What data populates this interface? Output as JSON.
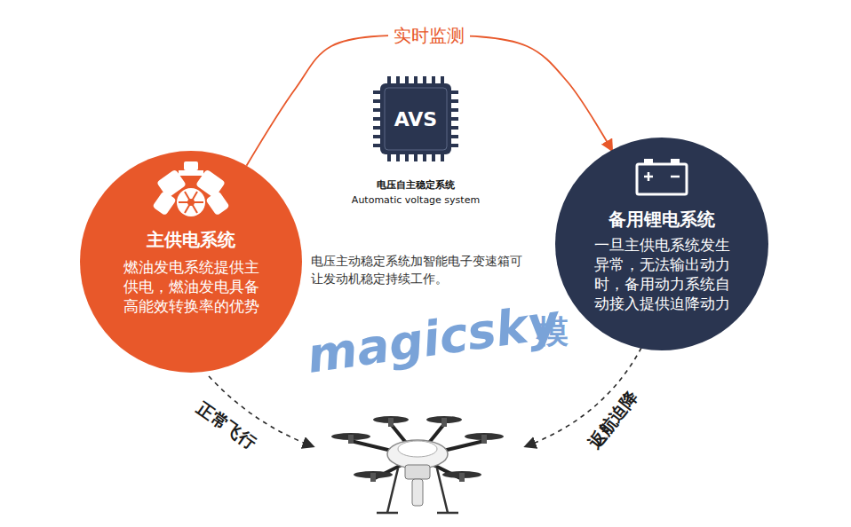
{
  "diagram": {
    "nodes": [
      {
        "text": [
          "AVS",
          "电压自主稳定系统",
          "Automatic voltage system"
        ]
      },
      {
        "text": [
          "主供电系统",
          "燃油发电系统提供主供电，燃油发电具备高能效转换率的优势"
        ]
      },
      {
        "text": [
          "备用锂电系统",
          "一旦主供电系统发生异常，无法输出动力时，备用动力系统自动接入提供迫降动力"
        ]
      }
    ],
    "edges": [
      {
        "from": 1,
        "to": 2,
        "label": "实时监测",
        "arrow": "to"
      }
    ],
    "labels": [
      "电压主动稳定系统加智能电子变速箱可让发动机稳定持续工作。",
      "正常飞行",
      "返航迫降",
      "magicsky",
      "模"
    ]
  }
}
